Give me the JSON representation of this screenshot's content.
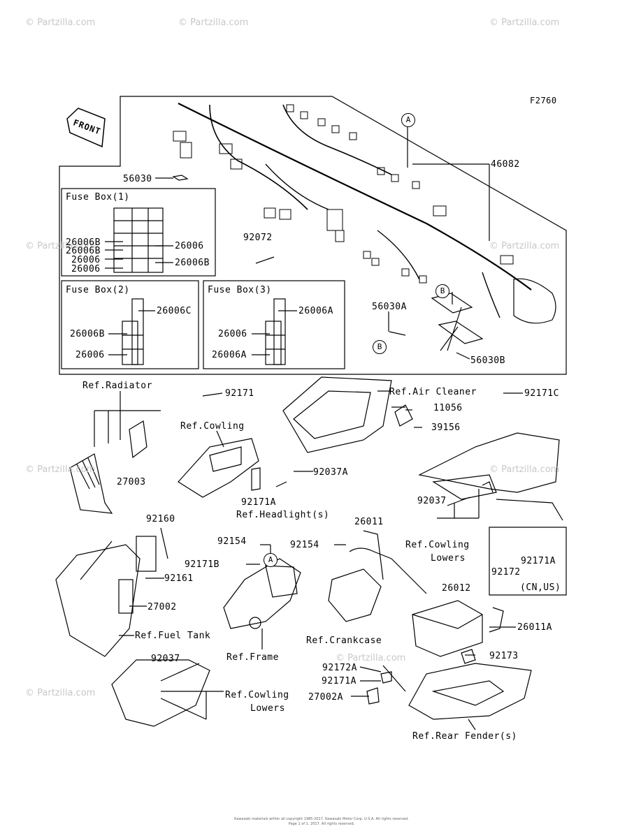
{
  "diagram_code": "F2760",
  "front_label": "FRONT",
  "callouts": {
    "p46082": "46082",
    "p56030": "56030",
    "p92072": "92072",
    "p56030A": "56030A",
    "p56030B": "56030B",
    "p92171": "92171",
    "p92171C": "92171C",
    "p11056": "11056",
    "p39156": "39156",
    "p27003": "27003",
    "p92037A": "92037A",
    "p92171A_top": "92171A",
    "p92037_right": "92037",
    "p92160": "92160",
    "p92161": "92161",
    "p27002": "27002",
    "p92154_a": "92154",
    "p92154_b": "92154",
    "p92171B": "92171B",
    "p26011": "26011",
    "p26012": "26012",
    "p26011A": "26011A",
    "p92171A_right": "92171A",
    "p92172": "92172",
    "p92037_bottom": "92037",
    "p92173": "92173",
    "p92172A": "92172A",
    "p92171A_bottom": "92171A",
    "p27002A": "27002A"
  },
  "refs": {
    "radiator": "Ref.Radiator",
    "cowling": "Ref.Cowling",
    "air_cleaner": "Ref.Air Cleaner",
    "headlight": "Ref.Headlight(s)",
    "cowling_lowers_right_1": "Ref.Cowling",
    "cowling_lowers_right_2": "Lowers",
    "fuel_tank": "Ref.Fuel Tank",
    "frame": "Ref.Frame",
    "crankcase": "Ref.Crankcase",
    "cowling_lowers_bottom_1": "Ref.Cowling",
    "cowling_lowers_bottom_2": "Lowers",
    "rear_fender": "Ref.Rear Fender(s)",
    "cn_us": "(CN,US)"
  },
  "markers": {
    "a_top": "A",
    "a_mid": "A",
    "b_top": "B",
    "b_bottom": "B"
  },
  "fuse_box_1": {
    "title": "Fuse Box(1)",
    "left_labels": [
      "26006B",
      "26006B",
      "26006",
      "26006"
    ],
    "right_labels": [
      "26006",
      "26006B"
    ]
  },
  "fuse_box_2": {
    "title": "Fuse Box(2)",
    "top_label": "26006C",
    "left_labels": [
      "26006B",
      "26006"
    ]
  },
  "fuse_box_3": {
    "title": "Fuse Box(3)",
    "top_label": "26006A",
    "left_labels": [
      "26006",
      "26006A"
    ]
  },
  "watermark": "© Partzilla.com",
  "footer_line_1": "Kawasaki materials within all copyright 1985-2017. Kawasaki Motor Corp. U.S.A. All rights reserved.",
  "footer_line_2": "Page 1 of 1. 2017. All rights reserved."
}
